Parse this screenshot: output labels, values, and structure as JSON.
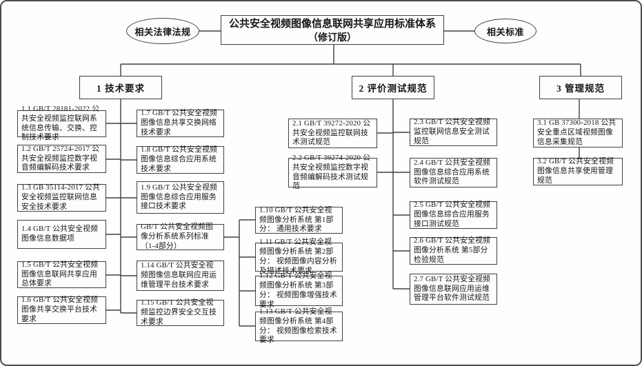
{
  "root": {
    "title_line1": "公共安全视频图像信息联网共享应用标准体系",
    "title_line2": "（修订版）"
  },
  "side": {
    "laws": "相关法律法规",
    "standards": "相关标准"
  },
  "branches": {
    "b1": {
      "label": "1 技术要求",
      "col1": [
        "1.1 GB/T 28181-2022 公共安全视频监控联网系统信息传输、交换、控制技术要求",
        "1.2 GB/T 25724-2017 公共安全视频监控数字视音频编解码技术要求",
        "1.3 GB 35114-2017 公共安全视频监控联网信息安全技术要求",
        "1.4 GB/T 公共安全视频图像信息数据项",
        "1.5 GB/T 公共安全视频图像信息联网共享应用总体要求",
        "1.6 GB/T 公共安全视频图像共享交换平台技术要求"
      ],
      "col2": [
        "1.7 GB/T 公共安全视频图像信息共享交换网络技术要求",
        "1.8 GB/T 公共安全视频图像信息综合应用系统技术要求",
        "1.9 GB/T 公共安全视频图像信息综合应用服务接口技术要求",
        "GB/T 公共安全视频图像分析系统系列标准（1-4部分）",
        "1.14 GB/T 公共安全视频图像信息联网应用运维管理平台技术要求",
        "1.15 GB/T 公共安全视频监控边界安全交互技术要求"
      ],
      "col3": [
        "1.10 GB/T 公共安全视频图像分析系统 第1部分： 通用技术要求",
        "1.11 GB/T 公共安全视频图像分析系统 第2部分： 视频图像内容分析及描述技术要求",
        "1.12 GB/T 公共安全视频图像分析系统 第3部分： 视频图像增强技术要求",
        "1.13 GB/T 公共安全视频图像分析系统 第4部分： 视频图像检索技术要求"
      ]
    },
    "b2": {
      "label": "2 评价测试规范",
      "col1": [
        "2.1 GB/T 39272-2020 公共安全视频监控联网技术测试规范",
        "2.2 GB/T 39274-2020 公共安全视频监控数字视音频编解码技术测试规范"
      ],
      "col2": [
        "2.3 GB/T 公共安全视频监控联网信息安全测试规范",
        "2.4 GB/T 公共安全视频图像信息综合应用系统软件测试规范",
        "2.5 GB/T 公共安全视频图像信息综合应用服务接口测试规范",
        "2.6 GB/T 公共安全视频图像分析系统 第5部分 检验规范",
        "2.7 GB/T 公共安全视频图像信息联网应用运维管理平台软件测试规范"
      ]
    },
    "b3": {
      "label": "3 管理规范",
      "col1": [
        "3.1 GB 37300-2018 公共安全重点区域视频图像信息采集规范",
        "3.2 GB/T 公共安全视频图像信息共享使用管理规范"
      ]
    }
  },
  "colors": {
    "line": "#3e3e3e",
    "text": "#161616",
    "background": "#fefefe"
  }
}
